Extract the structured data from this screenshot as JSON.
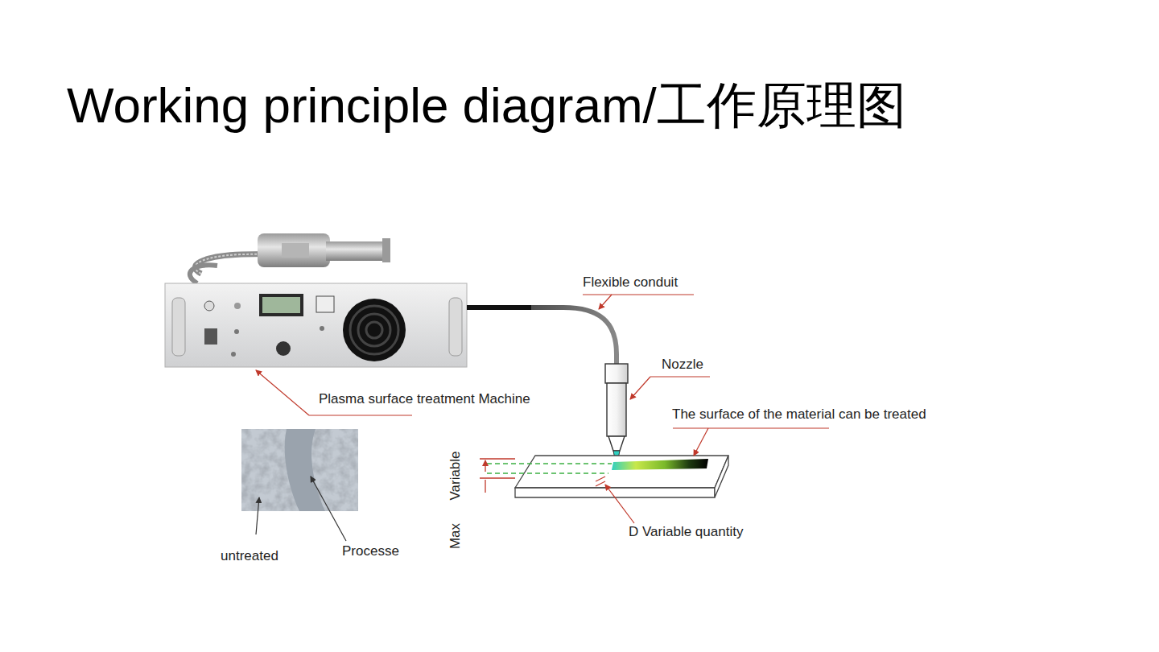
{
  "diagram": {
    "title": "Working principle diagram/工作原理图",
    "labels": [
      "Flexible conduit",
      "Nozzle",
      "Plasma surface treatment Machine",
      "The surface of the material can be treated",
      "D Variable quantity",
      "Variable",
      "Max",
      "untreated",
      "Processe"
    ]
  }
}
